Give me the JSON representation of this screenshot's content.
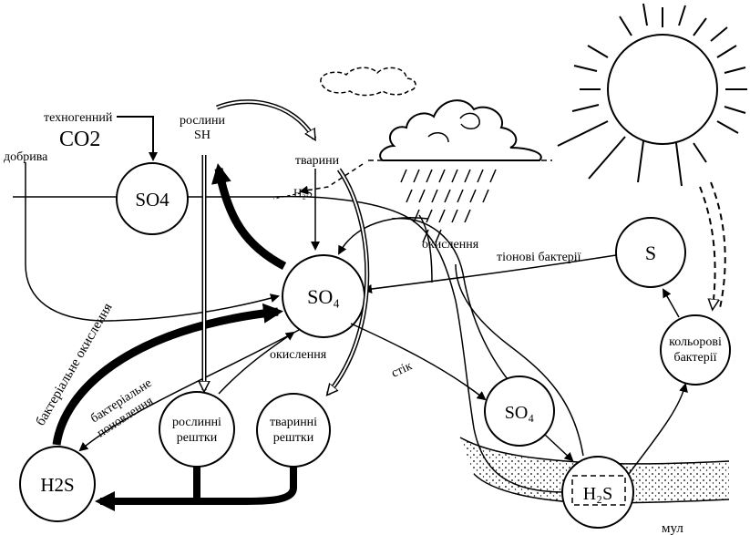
{
  "labels": {
    "techno": "техногенний",
    "co2": "CO2",
    "dobryva": "добрива",
    "so4_left": "SO4",
    "roslyny": "рослини",
    "sh": "SH",
    "tvaryny": "тварини",
    "h2s_small": "H₂S",
    "so4_center": "SO₄",
    "okyslennia_top": "окислення",
    "tionovi": "тіонові бактерії",
    "s_circle": "S",
    "koliorovi_1": "кольорові",
    "koliorovi_2": "бактерії",
    "bakt_okysl": "бактеріальне окислення",
    "bakt_pon_1": "бактеріальне",
    "bakt_pon_2": "поновлення",
    "okyslennia_mid": "окислення",
    "stik": "стік",
    "so4_right": "SO₄",
    "roslynni_1": "рослинні",
    "roslynni_2": "рештки",
    "tvarynni_1": "тваринні",
    "tvarynni_2": "рештки",
    "h2s_left": "H2S",
    "h2s_bottom": "H₂S",
    "mul": "мул"
  }
}
